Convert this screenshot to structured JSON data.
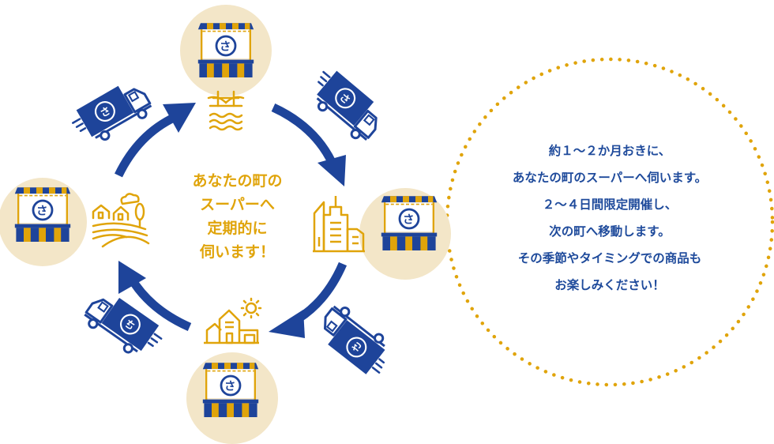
{
  "colors": {
    "navy": "#1e449a",
    "gold": "#e0a40a",
    "beige": "#f3e6c8",
    "white": "#ffffff"
  },
  "center_message": {
    "lines": [
      "あなたの町の",
      "スーパーへ",
      "定期的に",
      "伺います！"
    ]
  },
  "info_bubble": {
    "lines": [
      "約１～２か月おきに、",
      "あなたの町のスーパーへ伺います。",
      "２～４日間限定開催し、",
      "次の町へ移動します。",
      "その季節やタイミングでの商品も",
      "お楽しみください！"
    ]
  },
  "stops": [
    {
      "position": "top",
      "town_icon": "bridge-icon"
    },
    {
      "position": "right",
      "town_icon": "city-buildings-icon"
    },
    {
      "position": "bottom",
      "town_icon": "house-sun-icon"
    },
    {
      "position": "left",
      "town_icon": "countryside-icon"
    }
  ],
  "trucks": [
    {
      "position": "top-left"
    },
    {
      "position": "top-right"
    },
    {
      "position": "bottom-right"
    },
    {
      "position": "bottom-left"
    }
  ],
  "cycle_arrows": [
    "top-to-right",
    "right-to-bottom",
    "bottom-to-left",
    "left-to-top"
  ]
}
